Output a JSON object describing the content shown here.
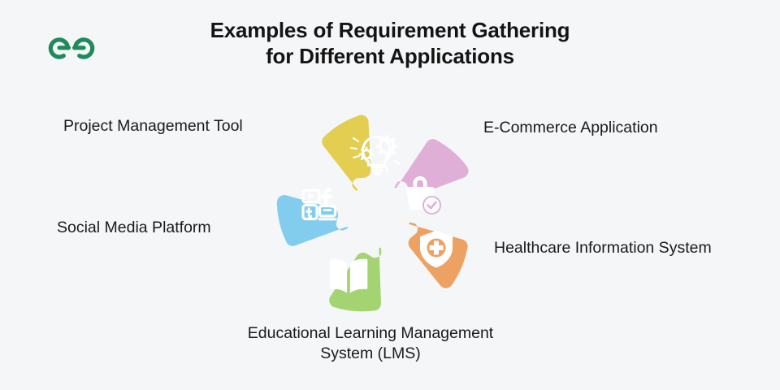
{
  "brand": {
    "logo_name": "geeksforgeeks-logo",
    "logo_color": "#1F8A5C"
  },
  "header": {
    "title_line1": "Examples of Requirement Gathering",
    "title_line2": "for Different Applications"
  },
  "page": {
    "background": "#F5F6F7",
    "text_color": "#1A1A1A"
  },
  "diagram": {
    "type": "segmented-circle",
    "segment_count": 5,
    "center_color": "#FFFFFF",
    "segments": [
      {
        "id": "project-management-tool",
        "label": "Project Management Tool",
        "color": "#E3CE52",
        "icon": "lightbulb-gear-icon",
        "position": "top-left"
      },
      {
        "id": "e-commerce-application",
        "label": "E-Commerce Application",
        "color": "#DFAFD8",
        "icon": "shopping-bag-check-icon",
        "position": "top-right"
      },
      {
        "id": "healthcare-information-system",
        "label": "Healthcare Information System",
        "color": "#EDA162",
        "icon": "medical-shield-icon",
        "position": "right"
      },
      {
        "id": "educational-lms",
        "label": "Educational Learning Management\nSystem (LMS)",
        "color": "#A4D471",
        "icon": "open-book-icon",
        "position": "bottom"
      },
      {
        "id": "social-media-platform",
        "label": "Social Media Platform",
        "color": "#82CDEE",
        "icon": "social-media-icon",
        "position": "left"
      }
    ]
  }
}
